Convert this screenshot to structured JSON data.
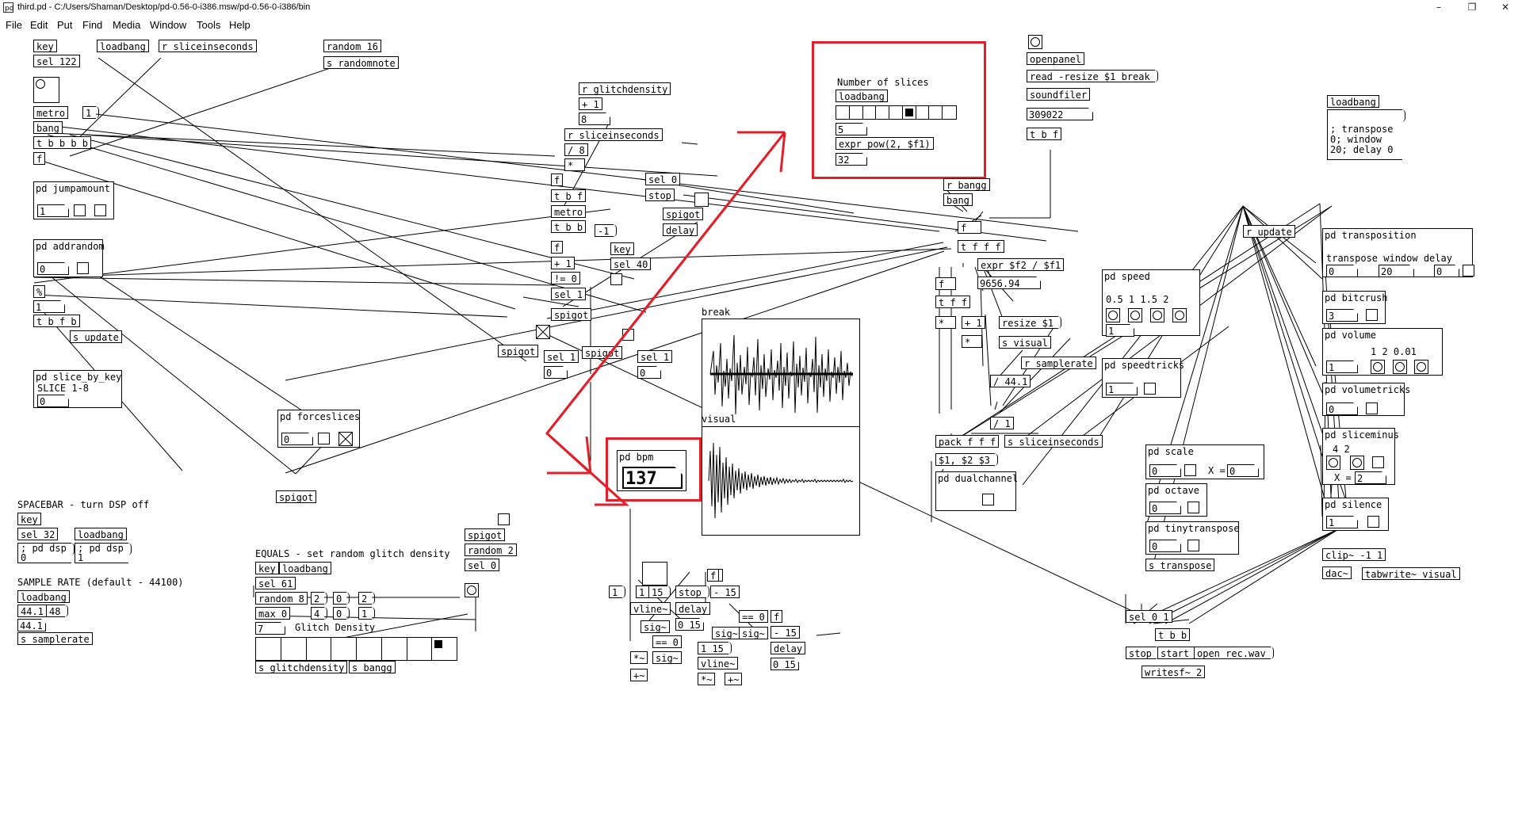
{
  "window": {
    "title": "third.pd  - C:/Users/Shaman/Desktop/pd-0.56-0-i386.msw/pd-0.56-0-i386/bin",
    "controls": [
      "–",
      "❐",
      "✕"
    ]
  },
  "menu": [
    "File",
    "Edit",
    "Put",
    "Find",
    "Media",
    "Window",
    "Tools",
    "Help"
  ],
  "patch": {
    "objects": {
      "key1": "key",
      "loadbang1": "loadbang",
      "r_sliceinseconds1": "r sliceinseconds",
      "random16": "random 16",
      "s_randomnote": "s randomnote",
      "sel122": "sel 122",
      "metro1": "metro",
      "bang1": "bang",
      "tbbbbb": "t b b b b",
      "f1": "f",
      "pd_jumpamount": "pd jumpamount",
      "pd_addrandom": "pd addrandom",
      "mod1": "%",
      "tbfb": "t b f b",
      "s_update1": "s update",
      "pd_slice_by_key": "pd slice_by_key",
      "slice_comment": "SLICE 1-8",
      "r_glitchdensity": "r glitchdensity",
      "plus1a": "+ 1",
      "r_sliceinseconds2": "r sliceinseconds",
      "div8": "/ 8",
      "mul1": "*",
      "f2": "f",
      "tbf": "t b f",
      "metro2": "metro",
      "tbb1": "t b b",
      "f3": "f",
      "plus1b": "+ 1",
      "ne0": "!= 0",
      "sel1a": "sel 1",
      "spigot1": "spigot",
      "sel0a": "sel 0",
      "stop1": "stop",
      "spigot2": "spigot",
      "delay1": "delay",
      "key2": "key",
      "sel40": "sel 40",
      "spigot3": "spigot",
      "sel1b": "sel 1",
      "spigot4": "spigot",
      "sel1c": "sel 1",
      "pd_forceslices": "pd forceslices",
      "spigot5": "spigot",
      "r_bangg": "r bangg",
      "bang2": "bang",
      "f4": "f",
      "tfff1": "t f f f",
      "openpanel": "openpanel",
      "read_resize": "read -resize $1 break",
      "soundfiler": "soundfiler",
      "tbf2": "t b f",
      "expr_div": "expr $f2 / $f1",
      "f5": "f",
      "tff": "t f f",
      "mul2": "*",
      "plus1c": "+ 1",
      "mul3": "*",
      "resize": "resize $1",
      "s_visual": "s visual",
      "r_samplerate": "r samplerate",
      "div441": "/ 44.1",
      "div1": "/ 1",
      "pack": "pack f f f",
      "s_sliceinseconds": "s sliceinseconds",
      "msg_123": "$1, $2 $3",
      "pd_dualchannel": "pd dualchannel",
      "loadbang_r": "loadbang",
      "transpose_msg": "; transpose 0; window 20; delay 0",
      "r_update": "r update",
      "clip": "clip~ -1 1",
      "dac": "dac~",
      "tabwrite": "tabwrite~ visual",
      "sel01": "sel 0 1",
      "tbb2": "t b b",
      "stop2": "stop",
      "start": "start",
      "open_rec": "open rec.wav",
      "writesf": "writesf~ 2",
      "key3": "key",
      "sel32": "sel 32",
      "loadbang3": "loadbang",
      "pd_dsp0": "; pd dsp 0",
      "pd_dsp1": "; pd dsp 1",
      "loadbang4": "loadbang",
      "sr1": "44.1",
      "sr2": "48",
      "s_samplerate": "s samplerate",
      "spigot6": "spigot",
      "random2": "random 2",
      "sel0b": "sel 0",
      "key4": "key",
      "loadbang5": "loadbang",
      "sel61": "sel 61",
      "random8": "random 8",
      "max0": "max 0",
      "s_glitchdensity": "s glitchdensity",
      "s_bangg": "s bangg",
      "vline1": "vline~",
      "sig1": "sig~",
      "stop3": "stop",
      "delay2": "delay",
      "mul4": "*~",
      "plus_a": "+~",
      "sig2": "sig~",
      "eq0a": "== 0",
      "minus15": "- 15",
      "sig3": "sig~",
      "sig4": "sig~",
      "eq0b": "== 0",
      "f6": "f",
      "f7": "f",
      "minus15b": "- 15",
      "delay3": "delay",
      "vline2": "vline~",
      "mul5": "*~",
      "plus_b": "+~",
      "s_transpose": "s transpose"
    },
    "numbers": {
      "n_jump": "1",
      "n_add": "0",
      "n_slicekey": "0",
      "n_8": "8",
      "n_1a": "1",
      "n_minus1": "-1",
      "n_32": "32",
      "n_5": "5",
      "n_309022": "309022",
      "n_9656": "9656.94",
      "n_sel1b": "0",
      "n_sel1c": "0",
      "n_force": "0",
      "n_glitch": "7",
      "n_speed": "1",
      "n_speedtricks": "1",
      "n_scale": "0",
      "n_scale2": "0",
      "n_octave": "0",
      "n_tiny": "0",
      "n_transpose": "0",
      "n_window": "20",
      "n_delay": "0",
      "n_bitcrush": "3",
      "n_volume": "1",
      "n_volumetricks": "0",
      "n_sliceminus": "2",
      "n_silence": "1",
      "n_r_a": "2",
      "n_r_b": "0",
      "n_r_c": "2",
      "n_r_d": "4",
      "n_r_e": "0",
      "n_r_f": "1",
      "n_v1": "1",
      "n_v2": "1",
      "n_v3": "15",
      "n_015a": "0 15",
      "n_115": "1 15",
      "n_015b": "0 15",
      "n_441": "44.1"
    },
    "subpatch_labels": {
      "speed_labels": "0.5  1  1.5  2",
      "transposition_labels": "transpose  window    delay",
      "volume_labels": "1   2  0.01",
      "sliceminus_labels": "4   2",
      "x_eq_a": "X =",
      "x_eq_b": "X ="
    },
    "titles": {
      "num_slices": "Number of slices",
      "loadbang_ns": "loadbang",
      "expr_pow": "expr pow(2, $f1)",
      "pd_bpm": "pd bpm",
      "bpm": "137",
      "break_label": "break",
      "visual_label": "visual",
      "pd_speed": "pd speed",
      "pd_speedtricks": "pd speedtricks",
      "pd_scale": "pd scale",
      "pd_octave": "pd octave",
      "pd_tinytranspose": "pd tinytranspose",
      "pd_transposition": "pd transposition",
      "pd_bitcrush": "pd bitcrush",
      "pd_volume": "pd volume",
      "pd_volumetricks": "pd volumetricks",
      "pd_sliceminus": "pd sliceminus",
      "pd_silence": "pd silence"
    },
    "comments": {
      "spacebar": "SPACEBAR - turn DSP off",
      "samplerate": "SAMPLE RATE (default - 44100)",
      "equals": "EQUALS - set random glitch density",
      "glitch_density": "Glitch Density"
    }
  },
  "colors": {
    "highlight": "#e0202a",
    "ink": "#000000"
  }
}
